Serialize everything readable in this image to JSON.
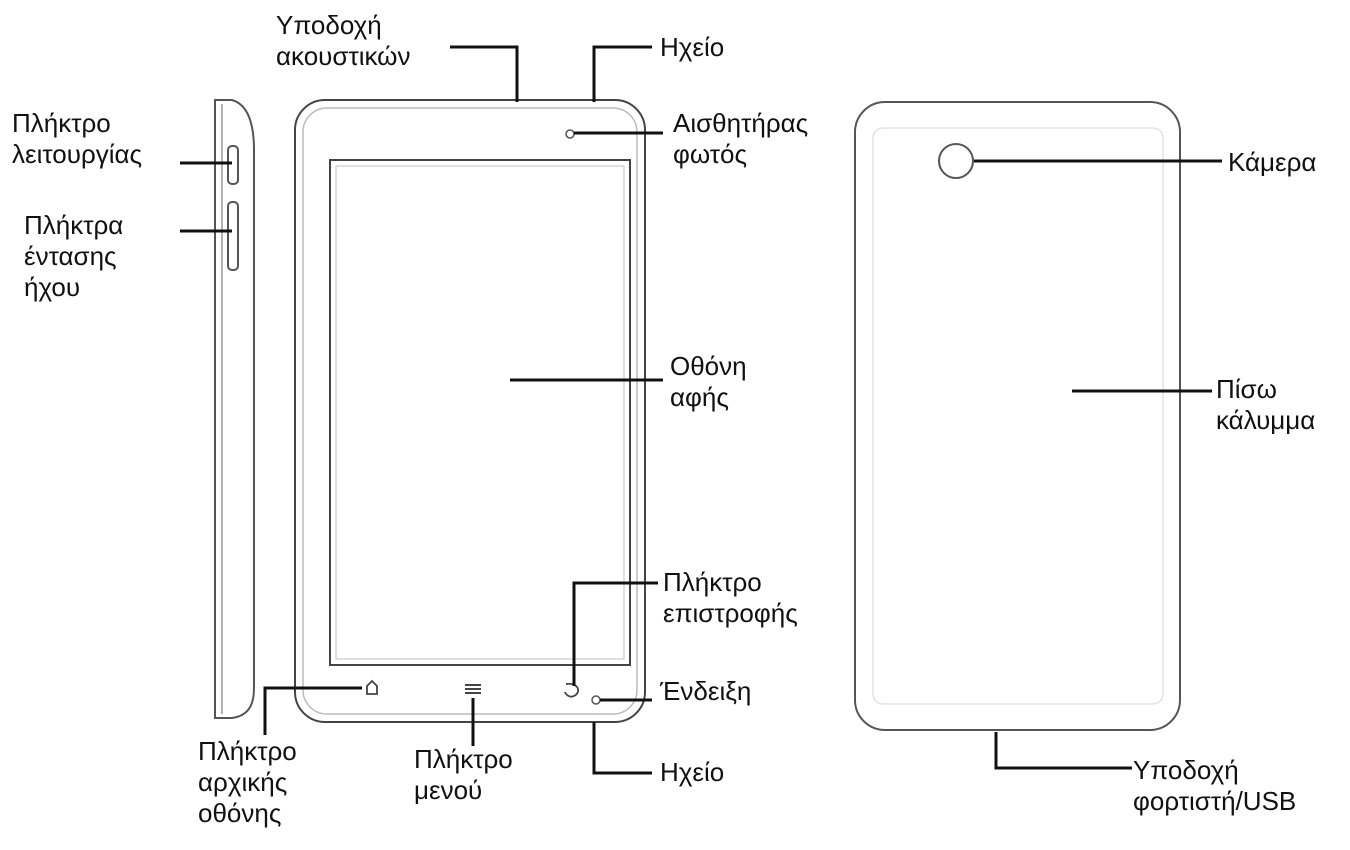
{
  "colors": {
    "line": "#111111",
    "outline": "#555555",
    "inner": "#cccccc"
  },
  "labels": {
    "headphone_jack": [
      "Υποδοχή",
      "ακουστικών"
    ],
    "speaker_top": [
      "Ηχείο"
    ],
    "light_sensor": [
      "Αισθητήρας",
      "φωτός"
    ],
    "power_key": [
      "Πλήκτρο",
      "λειτουργίας"
    ],
    "volume_keys": [
      "Πλήκτρα",
      "έντασης",
      "ήχου"
    ],
    "touch_screen": [
      "Οθόνη",
      "αφής"
    ],
    "back_key": [
      "Πλήκτρο",
      "επιστροφής"
    ],
    "indicator": [
      "Ένδειξη"
    ],
    "speaker_bottom": [
      "Ηχείο"
    ],
    "home_key": [
      "Πλήκτρο",
      "αρχικής",
      "οθόνης"
    ],
    "menu_key": [
      "Πλήκτρο",
      "μενού"
    ],
    "camera": [
      "Κάμερα"
    ],
    "back_cover": [
      "Πίσω",
      "κάλυμμα"
    ],
    "charger_usb_port": [
      "Υποδοχή",
      "φορτιστή/USB"
    ]
  },
  "icons": [
    "home-icon",
    "menu-icon",
    "back-arrow-icon"
  ]
}
